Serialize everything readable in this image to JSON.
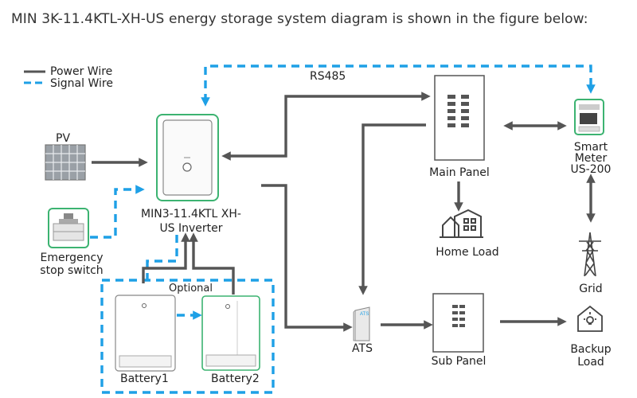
{
  "title": "MIN 3K-11.4KTL-XH-US energy storage system diagram is shown in the figure below:",
  "legend": {
    "power": "Power Wire",
    "signal": "Signal Wire"
  },
  "labels": {
    "rs485": "RS485",
    "pv": "PV",
    "estop_1": "Emergency",
    "estop_2": "stop switch",
    "inverter_1": "MIN3-11.4KTL XH-",
    "inverter_2": "US Inverter",
    "optional": "Optional",
    "battery1": "Battery1",
    "battery2": "Battery2",
    "main_panel": "Main Panel",
    "home_load": "Home Load",
    "meter_1": "Smart",
    "meter_2": "Meter",
    "meter_3": "US-200",
    "grid": "Grid",
    "ats": "ATS",
    "ats_badge": "ATS",
    "sub_panel": "Sub Panel",
    "backup_1": "Backup",
    "backup_2": "Load"
  },
  "colors": {
    "power": "#555555",
    "signal": "#1ea0e6",
    "frame_green": "#3cb371"
  }
}
